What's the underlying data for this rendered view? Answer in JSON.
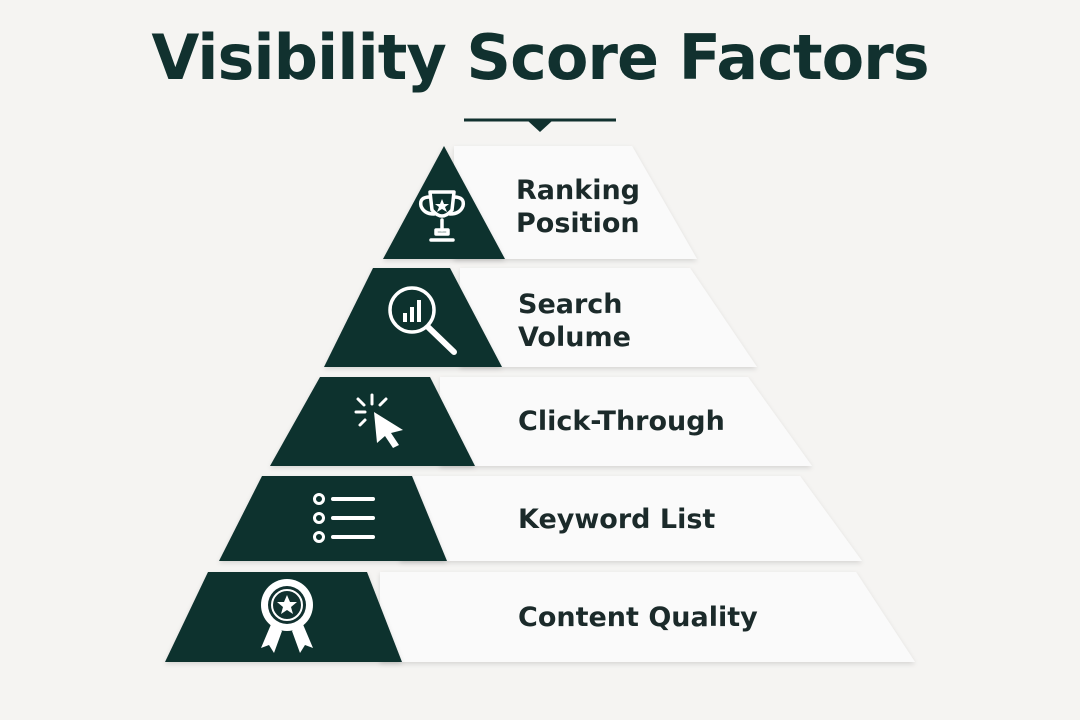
{
  "title": "Visibility Score Factors",
  "colors": {
    "background": "#f5f4f2",
    "accent": "#11312f",
    "tier_light": "#fafafa",
    "text": "#1b2a2a"
  },
  "pyramid": {
    "tiers": [
      {
        "label": "Ranking\nPosition",
        "icon": "trophy-icon"
      },
      {
        "label": "Search\nVolume",
        "icon": "magnifier-chart-icon"
      },
      {
        "label": "Click-Through",
        "icon": "cursor-click-icon"
      },
      {
        "label": "Keyword List",
        "icon": "list-icon"
      },
      {
        "label": "Content Quality",
        "icon": "award-ribbon-icon"
      }
    ]
  }
}
